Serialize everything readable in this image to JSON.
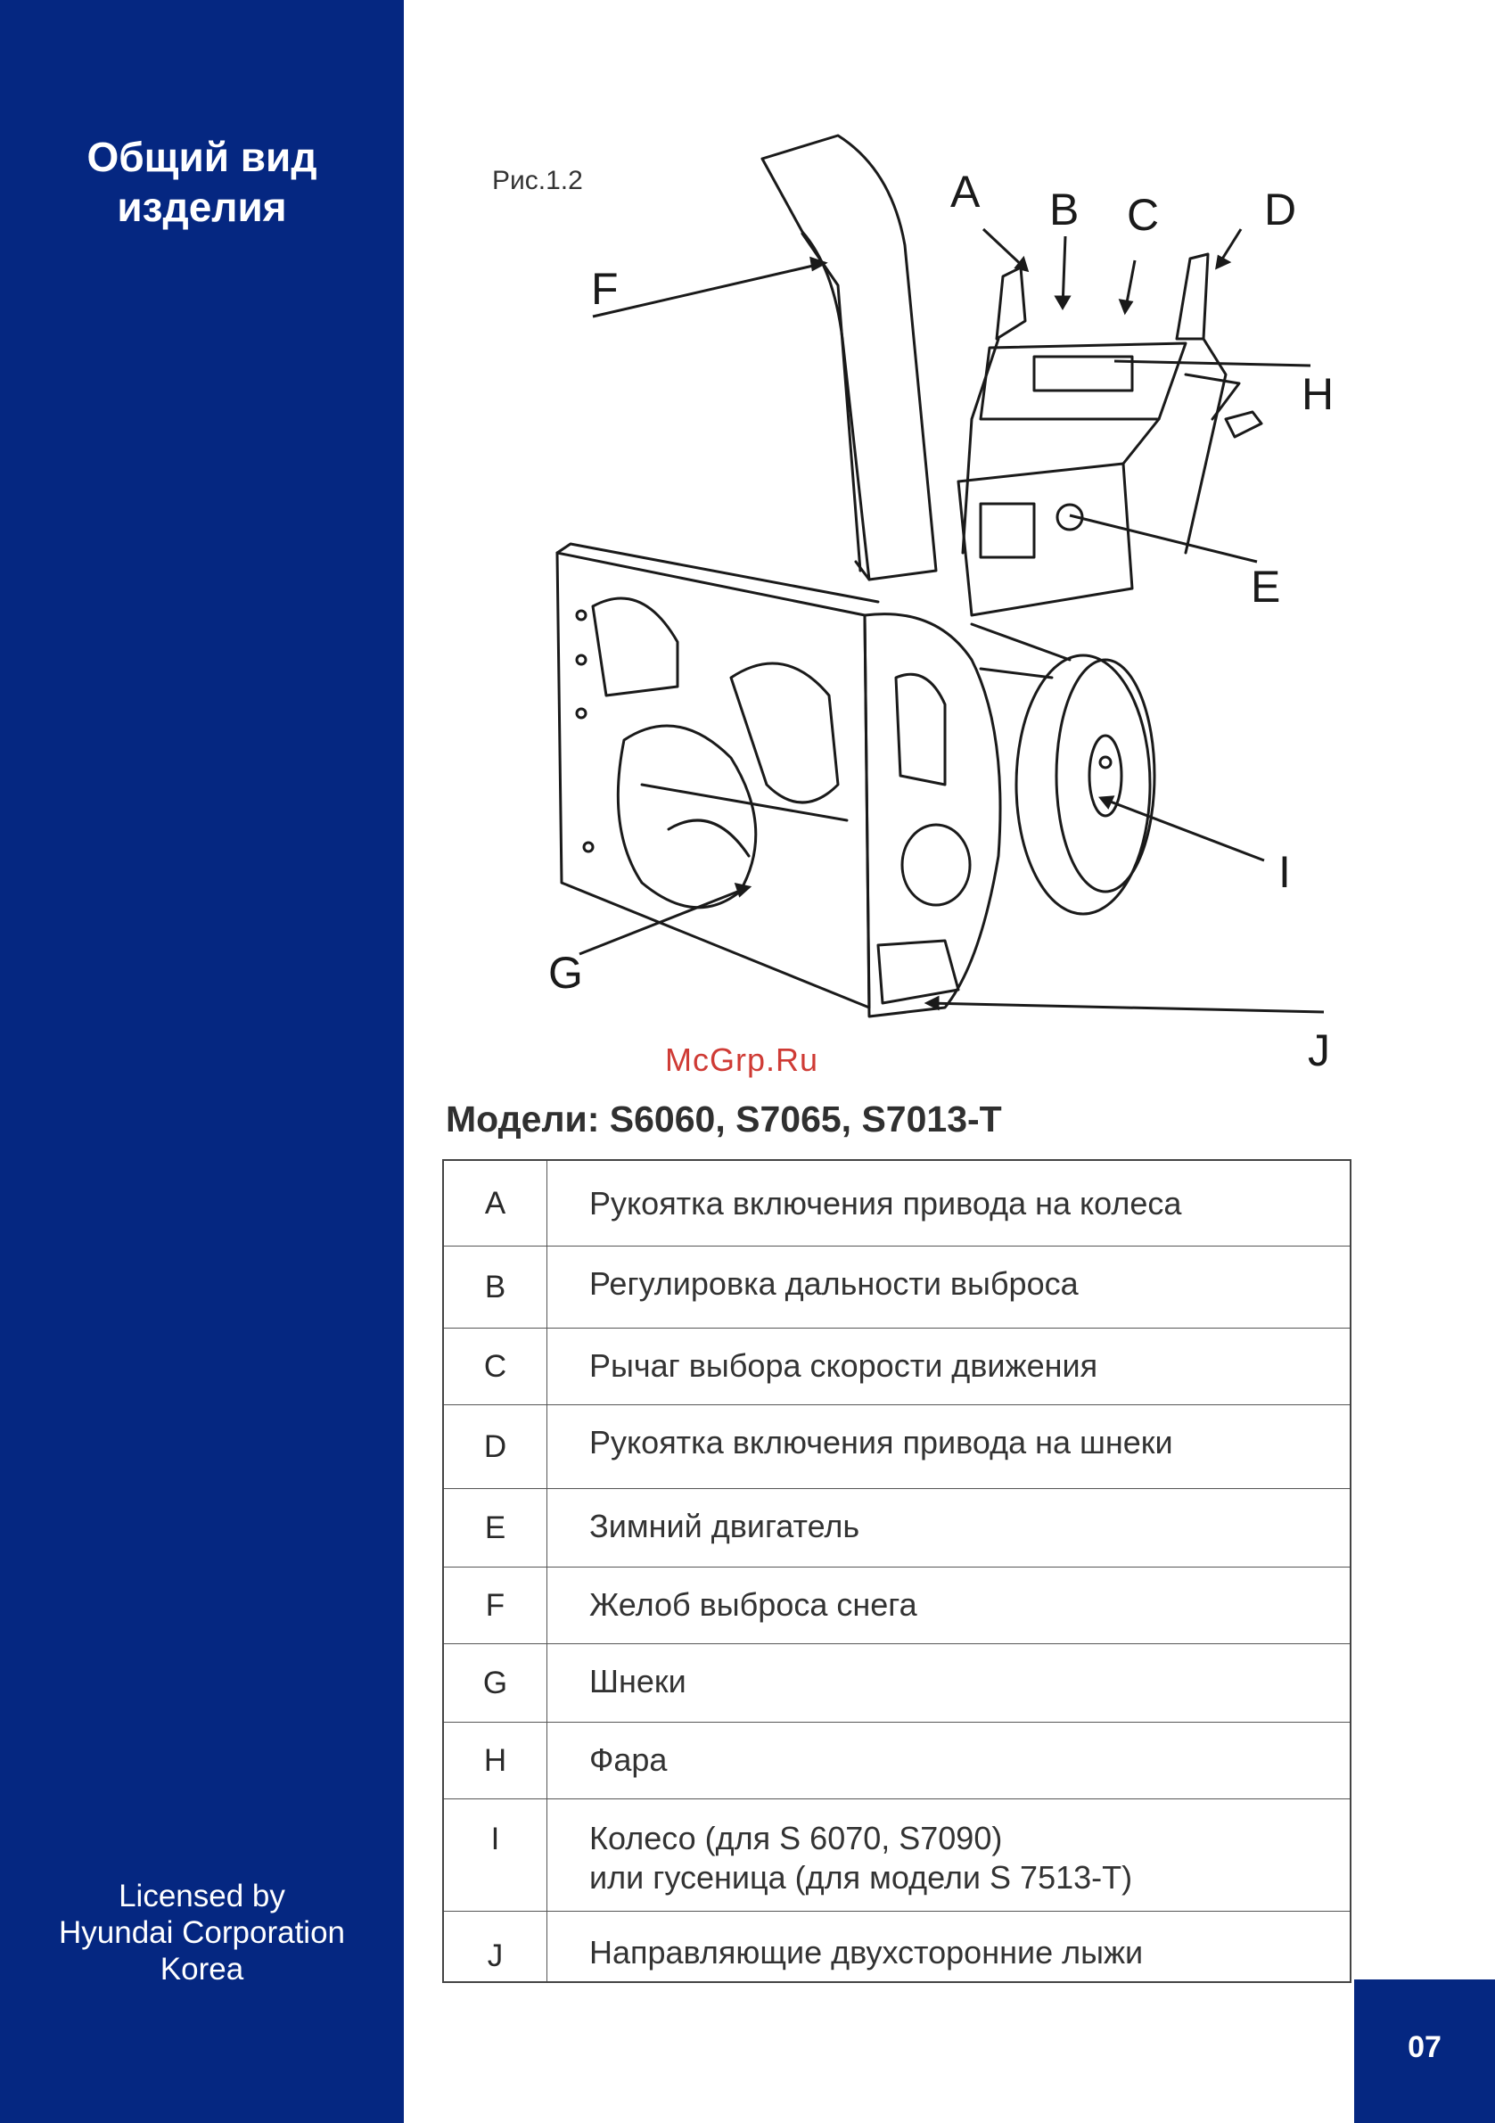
{
  "sidebar": {
    "title_line1": "Общий вид",
    "title_line2": "изделия",
    "license_line1": "Licensed by",
    "license_line2": "Hyundai Corporation",
    "license_line3": "Korea"
  },
  "page_number": "07",
  "figure": {
    "caption": "Рис.1.2",
    "labels": {
      "A": "A",
      "B": "B",
      "C": "C",
      "D": "D",
      "E": "E",
      "F": "F",
      "G": "G",
      "H": "H",
      "I": "I",
      "J": "J"
    }
  },
  "watermark": "McGrp.Ru",
  "models_heading": "Модели: S6060, S7065, S7013-T",
  "parts": [
    {
      "letter": "A",
      "desc": "Рукоятка включения привода на колеса"
    },
    {
      "letter": "B",
      "desc": "Регулировка дальности выброса"
    },
    {
      "letter": "C",
      "desc": "Рычаг выбора скорости движения"
    },
    {
      "letter": "D",
      "desc": "Рукоятка включения привода на шнеки"
    },
    {
      "letter": "E",
      "desc": "Зимний двигатель"
    },
    {
      "letter": "F",
      "desc": "Желоб выброса снега"
    },
    {
      "letter": "G",
      "desc": "Шнеки"
    },
    {
      "letter": "H",
      "desc": "Фара"
    },
    {
      "letter": "I",
      "desc": "Колесо (для S 6070, S7090)",
      "desc2": "или гусеница (для модели S 7513-T)"
    },
    {
      "letter": "J",
      "desc": "Направляющие двухсторонние лыжи"
    }
  ],
  "colors": {
    "brand_blue": "#052781",
    "watermark_red": "#cf3b35"
  }
}
